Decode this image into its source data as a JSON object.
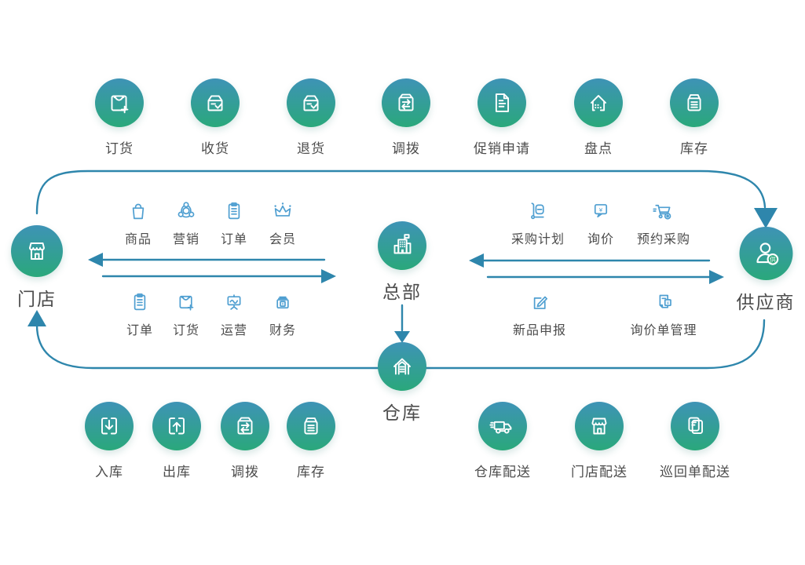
{
  "colors": {
    "circle_gradient_top": "#3e93b6",
    "circle_gradient_bottom": "#2aa87b",
    "small_icon_blue": "#4f9fd1",
    "connector_blue": "#2e86ac",
    "label_text": "#4c4c4c"
  },
  "glyphs": {
    "yen": "¥"
  },
  "top_row": {
    "items": [
      {
        "label": "订货",
        "icon": "bag-plus-icon"
      },
      {
        "label": "收货",
        "icon": "box-check-icon"
      },
      {
        "label": "退货",
        "icon": "box-check-icon"
      },
      {
        "label": "调拨",
        "icon": "box-swap-icon"
      },
      {
        "label": "促销申请",
        "icon": "document-icon"
      },
      {
        "label": "盘点",
        "icon": "house-grid-icon"
      },
      {
        "label": "库存",
        "icon": "box-lines-icon"
      }
    ]
  },
  "nodes": {
    "store": {
      "label": "门店",
      "icon": "storefront-icon"
    },
    "headquarters": {
      "label": "总部",
      "icon": "hq-building-icon"
    },
    "warehouse": {
      "label": "仓库",
      "icon": "warehouse-icon"
    },
    "supplier": {
      "label": "供应商",
      "icon": "supplier-person-icon",
      "badge": "供"
    }
  },
  "flows_left": {
    "top": [
      {
        "label": "商品",
        "icon": "bag-icon"
      },
      {
        "label": "营销",
        "icon": "people-group-icon"
      },
      {
        "label": "订单",
        "icon": "clipboard-icon"
      },
      {
        "label": "会员",
        "icon": "crown-icon"
      }
    ],
    "bottom": [
      {
        "label": "订单",
        "icon": "clipboard-icon"
      },
      {
        "label": "订货",
        "icon": "bag-plus-icon"
      },
      {
        "label": "运营",
        "icon": "presentation-chart-icon"
      },
      {
        "label": "财务",
        "icon": "cash-box-icon"
      }
    ]
  },
  "flows_right": {
    "top": [
      {
        "label": "采购计划",
        "icon": "hand-truck-icon"
      },
      {
        "label": "询价",
        "icon": "speech-yen-icon"
      },
      {
        "label": "预约采购",
        "icon": "cart-icon"
      }
    ],
    "bottom": [
      {
        "label": "新品申报",
        "icon": "pencil-edit-icon"
      },
      {
        "label": "询价单管理",
        "icon": "document-yen-icon"
      }
    ]
  },
  "bottom_left_row": {
    "items": [
      {
        "label": "入库",
        "icon": "arrow-into-box-icon"
      },
      {
        "label": "出库",
        "icon": "arrow-out-box-icon"
      },
      {
        "label": "调拨",
        "icon": "box-swap-icon"
      },
      {
        "label": "库存",
        "icon": "box-lines-icon"
      }
    ]
  },
  "bottom_right_row": {
    "items": [
      {
        "label": "仓库配送",
        "icon": "truck-icon"
      },
      {
        "label": "门店配送",
        "icon": "storefront-icon"
      },
      {
        "label": "巡回单配送",
        "icon": "stacked-docs-icon"
      }
    ]
  }
}
